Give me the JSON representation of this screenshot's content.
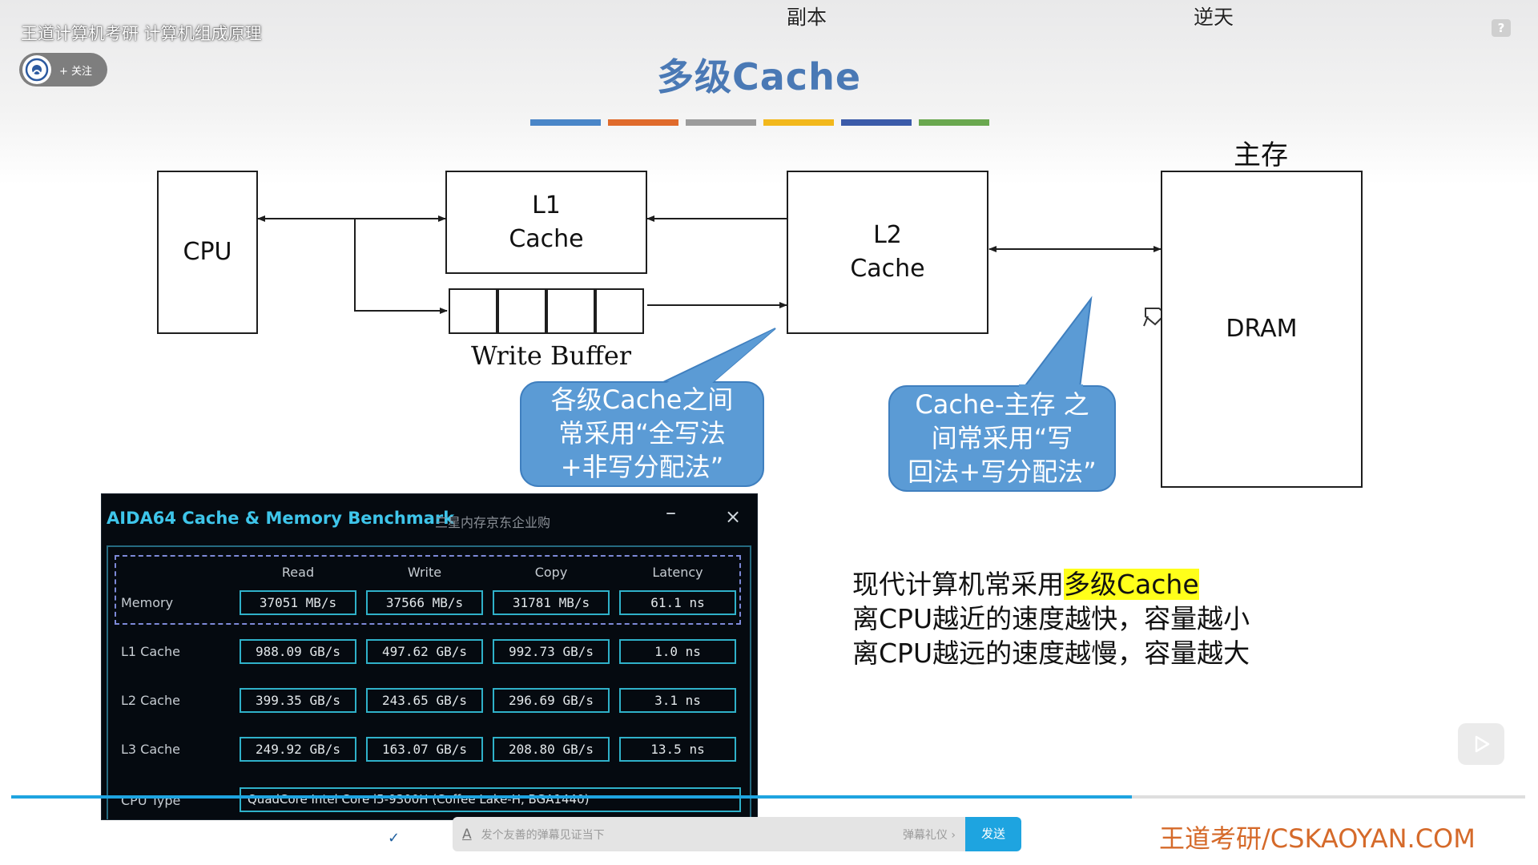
{
  "player": {
    "video_title": "王道计算机考研 计算机组成原理",
    "follow_label": "+ 关注",
    "help_label": "?",
    "danmaku_top_1": "副本",
    "danmaku_top_2": "逆天",
    "site_watermark": "王道考研/CSKAOYAN.COM",
    "progress_fraction": 0.74
  },
  "slide": {
    "title": "多级Cache",
    "cpu_label": "CPU",
    "l1_label": "L1\nCache",
    "l2_label": "L2\nCache",
    "dram_label": "DRAM",
    "main_memory_label": "主存",
    "write_buffer_label": "Write Buffer",
    "callout_left": "各级Cache之间\n常采用“全写法\n+非写分配法”",
    "callout_right": "Cache-主存 之\n间常采用“写\n回法+写分配法”",
    "summary_line1_prefix": "现代计算机常采用",
    "summary_line1_highlight": "多级Cache",
    "summary_line2": "离CPU越近的速度越快，容量越小",
    "summary_line3": "离CPU越远的速度越慢，容量越大",
    "color_bars": [
      "#4a86c8",
      "#e06b2c",
      "#9c9c9c",
      "#f2b81c",
      "#3b5ba9",
      "#6aa84f"
    ]
  },
  "aida": {
    "title": "AIDA64 Cache & Memory Benchmark",
    "subtitle": "三星内存京东企业购",
    "minimize_label": "–",
    "close_label": "×",
    "columns": [
      "Read",
      "Write",
      "Copy",
      "Latency"
    ],
    "rows": [
      {
        "label": "Memory",
        "values": [
          "37051 MB/s",
          "37566 MB/s",
          "31781 MB/s",
          "61.1 ns"
        ]
      },
      {
        "label": "L1 Cache",
        "values": [
          "988.09 GB/s",
          "497.62 GB/s",
          "992.73 GB/s",
          "1.0 ns"
        ]
      },
      {
        "label": "L2 Cache",
        "values": [
          "399.35 GB/s",
          "243.65 GB/s",
          "296.69 GB/s",
          "3.1 ns"
        ]
      },
      {
        "label": "L3 Cache",
        "values": [
          "249.92 GB/s",
          "163.07 GB/s",
          "208.80 GB/s",
          "13.5 ns"
        ]
      }
    ],
    "cpu_type_label": "CPU Type",
    "cpu_type_value": "QuadCore Intel Core i5-9300H (Coffee Lake-H, BGA1440)"
  },
  "danmaku_bar": {
    "placeholder": "发个友善的弹幕见证当下",
    "etiquette_label": "弹幕礼仪 ›",
    "send_label": "发送"
  }
}
